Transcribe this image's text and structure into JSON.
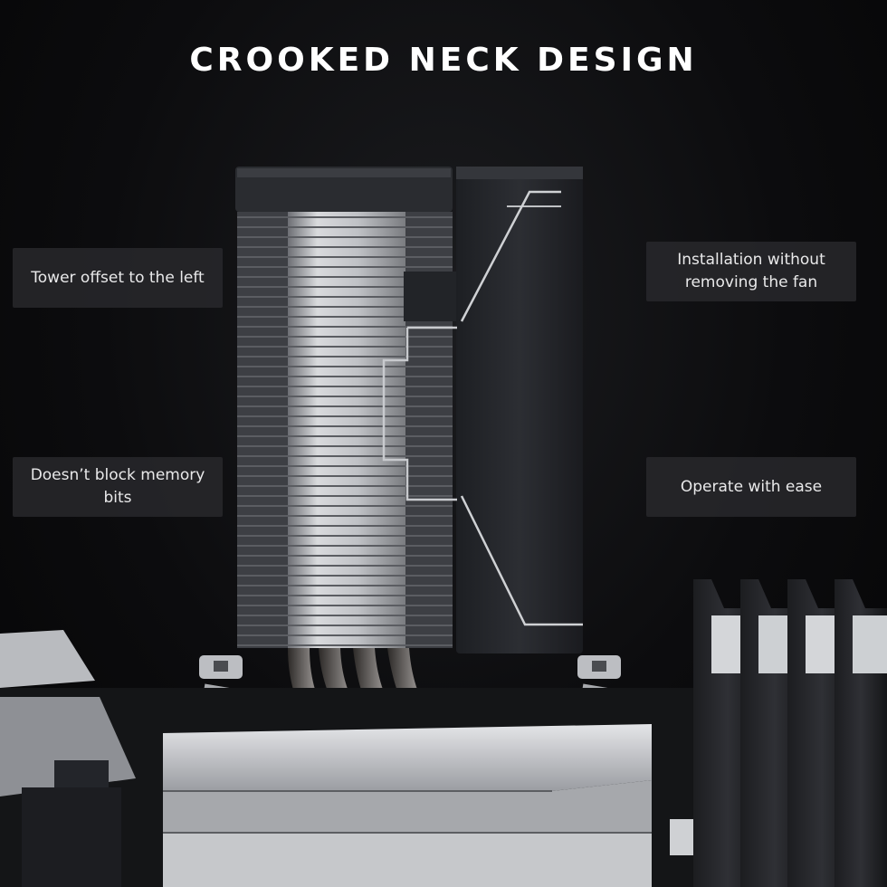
{
  "headline": "CROOKED NECK DESIGN",
  "callouts": {
    "tower_offset": "Tower offset to the left",
    "install_line1": "Installation without",
    "install_line2": "removing the fan",
    "memory": "Doesn’t block memory bits",
    "operate": "Operate with ease"
  },
  "colors": {
    "background": "#0c0c0e",
    "fin_silver": "#c9cbcf",
    "fan_dark": "#2a2c31",
    "text": "#ffffff"
  }
}
